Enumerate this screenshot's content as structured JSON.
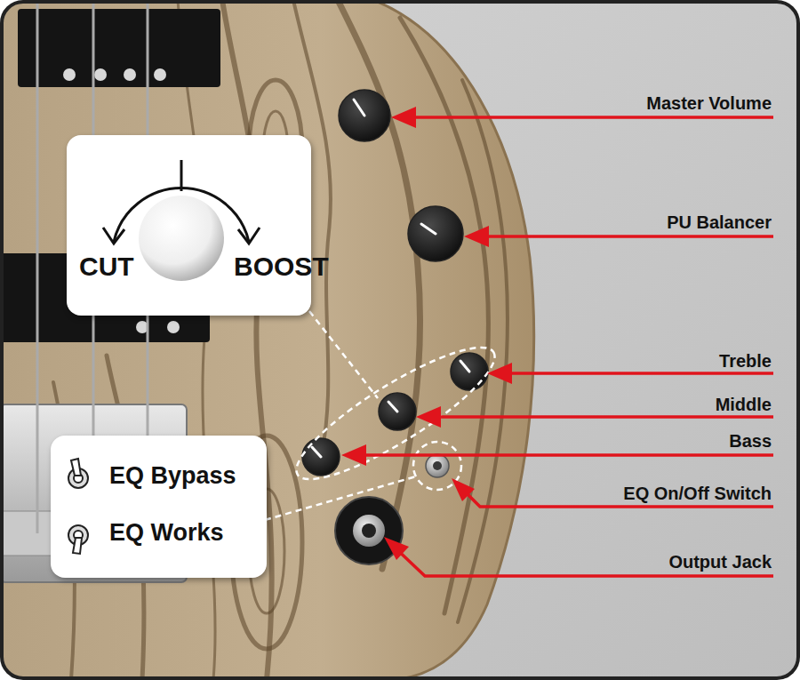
{
  "diagram": {
    "nodes": [
      {
        "text": [
          "CUT",
          "BOOST"
        ]
      },
      {
        "text": [
          "EQ Bypass",
          "EQ Works"
        ]
      }
    ],
    "labels": [
      "Master Volume",
      "PU Balancer",
      "Treble",
      "Middle",
      "Bass",
      "EQ On/Off Switch",
      "Output Jack"
    ]
  }
}
